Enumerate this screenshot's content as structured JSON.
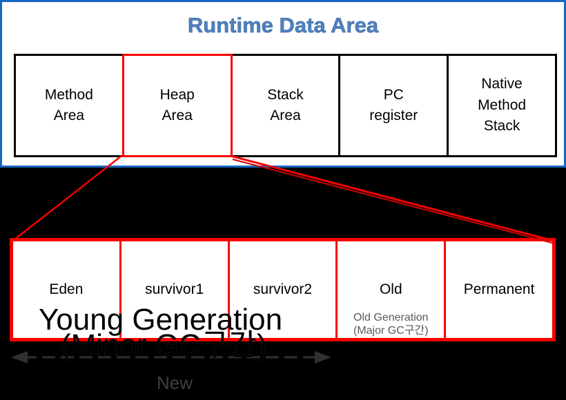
{
  "colors": {
    "page_background": "#000000",
    "panel_border_blue": "#1668c4",
    "title_blue": "#4f81bd",
    "grid_black": "#000000",
    "highlight_red": "#f80000",
    "note_gray": "#5a5a5a",
    "arrow_gray": "#303030"
  },
  "runtime_area": {
    "title": "Runtime Data Area",
    "cells": [
      {
        "label": "Method\nArea",
        "highlighted": false
      },
      {
        "label": "Heap\nArea",
        "highlighted": true
      },
      {
        "label": "Stack\nArea",
        "highlighted": false
      },
      {
        "label": "PC\nregister",
        "highlighted": false
      },
      {
        "label": "Native\nMethod\nStack",
        "highlighted": false
      }
    ]
  },
  "heap_detail": {
    "cells": [
      {
        "label": "Eden"
      },
      {
        "label": "survivor1"
      },
      {
        "label": "survivor2"
      },
      {
        "label": "Old",
        "note": "Old Generation\n(Major GC구간)"
      },
      {
        "label": "Permanent"
      }
    ],
    "young_generation_label": "Young Generation",
    "young_generation_sub": "(Minor GC구간)",
    "arrow_label": "New"
  }
}
